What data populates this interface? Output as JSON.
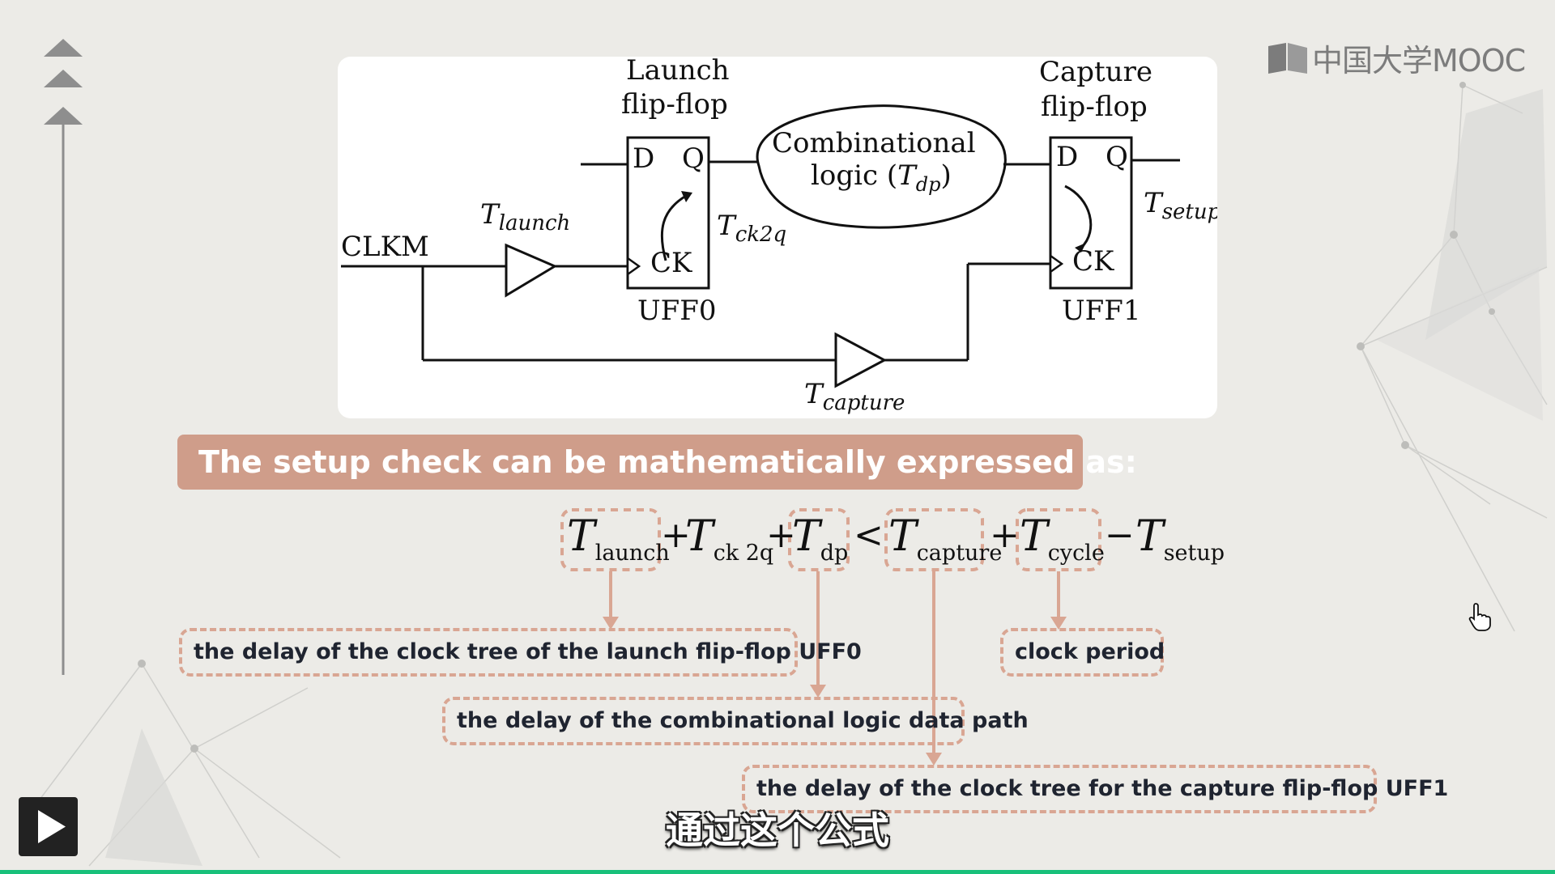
{
  "brand": {
    "name": "中国大学MOOC"
  },
  "colors": {
    "background": "#ecebe7",
    "banner": "#cf9d8a",
    "callout_border": "#d9a693",
    "arrow": "#d9a693",
    "progress": "#18c07a"
  },
  "circuit": {
    "launch_flop_title_1": "Launch",
    "launch_flop_title_2": "flip-flop",
    "capture_flop_title_1": "Capture",
    "capture_flop_title_2": "flip-flop",
    "pin_d": "D",
    "pin_q": "Q",
    "pin_ck": "CK",
    "launch_name": "UFF0",
    "capture_name": "UFF1",
    "comb_logic_1": "Combinational",
    "comb_logic_2": "logic (",
    "comb_logic_T": "T",
    "comb_logic_sub": "dp",
    "comb_logic_close": ")",
    "clock_name": "CLKM",
    "t_symbol": "T",
    "t_launch_sub": "launch",
    "t_ck2q_sub": "ck2q",
    "t_setup_sub": "setup",
    "t_capture_sub": "capture"
  },
  "banner": {
    "text": "The setup check can be mathematically expressed as:"
  },
  "formula": {
    "T": "T",
    "launch": "launch",
    "plus": "+",
    "ck2q": "ck 2q",
    "dp": "dp",
    "lt": "<",
    "capture": "capture",
    "cycle": "cycle",
    "minus": "−",
    "setup": "setup"
  },
  "callouts": {
    "launch": "the delay of the clock tree of the launch flip-flop UFF0",
    "cycle": "clock period",
    "dp": "the delay of the combinational logic data path",
    "capture": "the delay of the clock tree for the capture flip-flop UFF1"
  },
  "subtitle": {
    "text": "通过这个公式"
  },
  "player": {
    "progress_fraction": 1.0
  }
}
